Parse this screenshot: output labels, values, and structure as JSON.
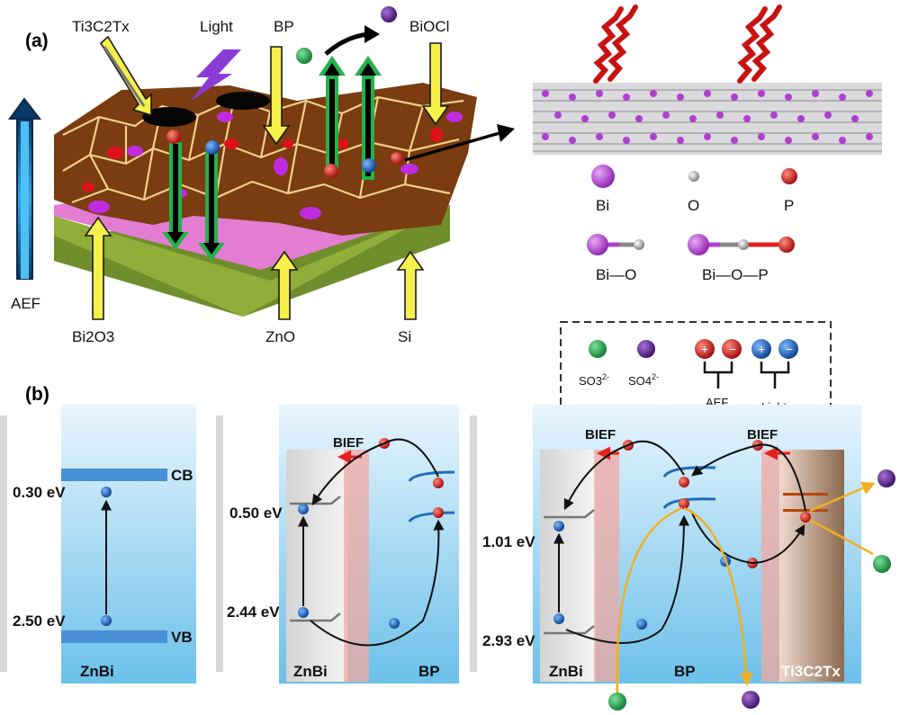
{
  "panel_a": {
    "label": "(a)",
    "callouts": {
      "ti3c2tx": "Ti3C2Tx",
      "light": "Light",
      "bp": "BP",
      "biocl": "BiOCl",
      "aef": "AEF",
      "bi2o3": "Bi2O3",
      "zno": "ZnO",
      "si": "Si"
    },
    "atom_legend": {
      "bi": "Bi",
      "o": "O",
      "p": "P",
      "bi_o": "Bi—O",
      "bi_o_p": "Bi—O—P"
    }
  },
  "panel_b": {
    "label": "(b)",
    "legend": {
      "so3": "SO3",
      "so3_charge": "2-",
      "so4": "SO4",
      "so4_charge": "2-",
      "aef": "AEF",
      "light": "Light"
    },
    "sub1": {
      "material": "ZnBi",
      "cb_label": "CB",
      "vb_label": "VB",
      "cb_energy": "0.30 eV",
      "vb_energy": "2.50 eV"
    },
    "sub2": {
      "bief": "BIEF",
      "left_material": "ZnBi",
      "right_material": "BP",
      "cb_energy": "0.50 eV",
      "vb_energy": "2.44 eV"
    },
    "sub3": {
      "bief_left": "BIEF",
      "bief_right": "BIEF",
      "left_material": "ZnBi",
      "middle_material": "BP",
      "right_material": "Ti3C2Tx",
      "cb_energy": "1.01 eV",
      "vb_energy": "2.93 eV"
    }
  },
  "colors": {
    "so3_green": "#1c9a44",
    "so4_purple": "#5a1f8a",
    "electron_blue": "#1565c0",
    "hole_red": "#d01010",
    "bi_magenta": "#b03fd0",
    "callout_yellow": "#f6f04a"
  }
}
